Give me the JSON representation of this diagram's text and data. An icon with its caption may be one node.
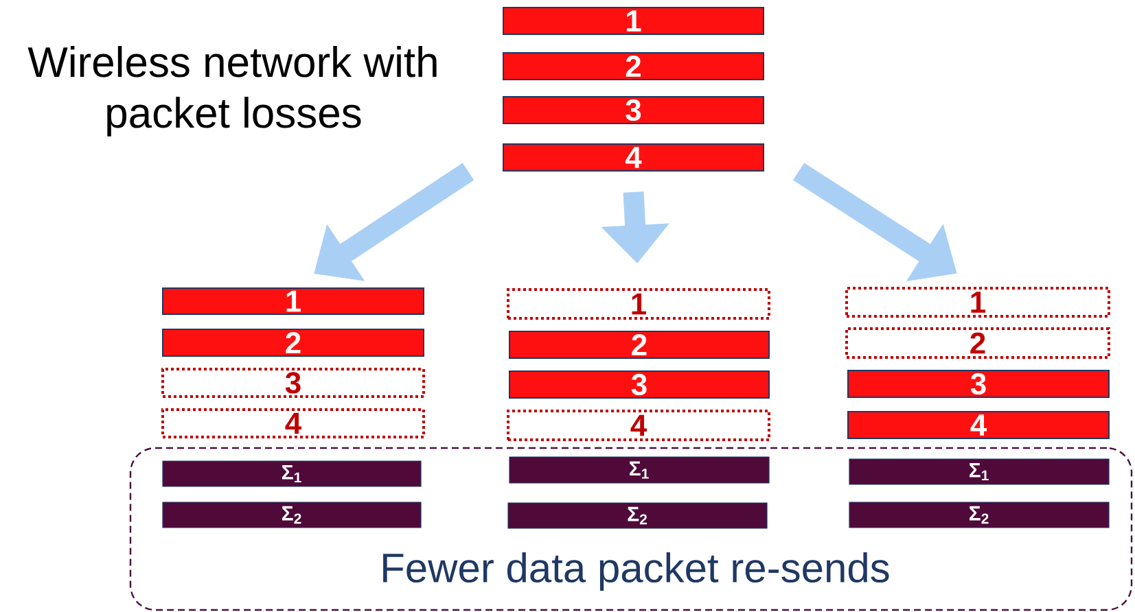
{
  "diagram": {
    "title": "Wireless network with packet losses",
    "nodes": [
      {
        "text": [
          "1"
        ]
      },
      {
        "text": [
          "2"
        ]
      },
      {
        "text": [
          "3"
        ]
      },
      {
        "text": [
          "4"
        ]
      },
      {
        "text": [
          "1"
        ]
      },
      {
        "text": [
          "2"
        ]
      },
      {
        "text": [
          "3"
        ]
      },
      {
        "text": [
          "4"
        ]
      },
      {
        "text": [
          "1"
        ]
      },
      {
        "text": [
          "2"
        ]
      },
      {
        "text": [
          "3"
        ]
      },
      {
        "text": [
          "4"
        ]
      },
      {
        "text": [
          "1"
        ]
      },
      {
        "text": [
          "2"
        ]
      },
      {
        "text": [
          "3"
        ]
      },
      {
        "text": [
          "4"
        ]
      },
      {
        "text": [
          "Fewer data packet re-sends"
        ]
      },
      {
        "text": [
          "Σ$_{1}$"
        ],
        "in": 16
      },
      {
        "text": [
          "Σ$_{1}$"
        ],
        "in": 16
      },
      {
        "text": [
          "Σ$_{1}$"
        ],
        "in": 16
      },
      {
        "text": [
          "Σ$_{2}$"
        ],
        "in": 16
      },
      {
        "text": [
          "Σ$_{2}$"
        ],
        "in": 16
      },
      {
        "text": [
          "Σ$_{2}$"
        ],
        "in": 16
      }
    ],
    "edges": [
      {
        "from": 3,
        "to": 4,
        "arrow": "to"
      },
      {
        "from": 3,
        "to": 8,
        "arrow": "to"
      },
      {
        "from": 3,
        "to": 12,
        "arrow": "to"
      }
    ]
  }
}
